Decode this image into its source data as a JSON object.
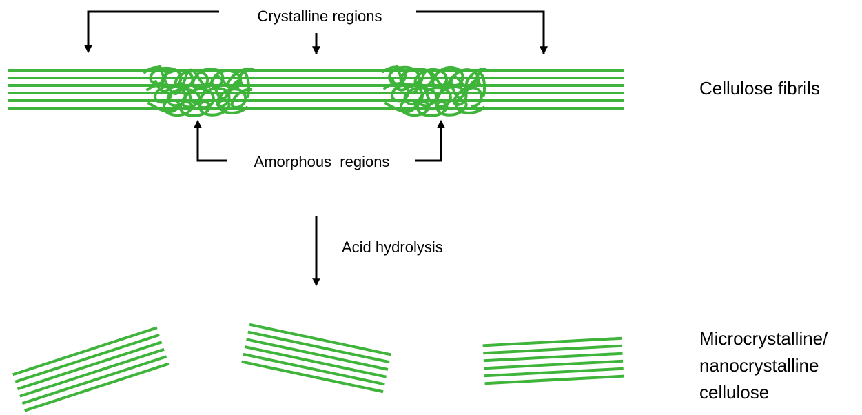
{
  "labels": {
    "crystalline_regions": "Crystalline regions",
    "amorphous_regions": "Amorphous  regions",
    "cellulose_fibrils": "Cellulose fibrils",
    "acid_hydrolysis": "Acid hydrolysis",
    "product_line1": "Microcrystalline/",
    "product_line2": "nanocrystalline",
    "product_line3": "cellulose"
  },
  "colors": {
    "fibril": "#3fb43a",
    "arrow": "#000000",
    "text": "#000000"
  }
}
